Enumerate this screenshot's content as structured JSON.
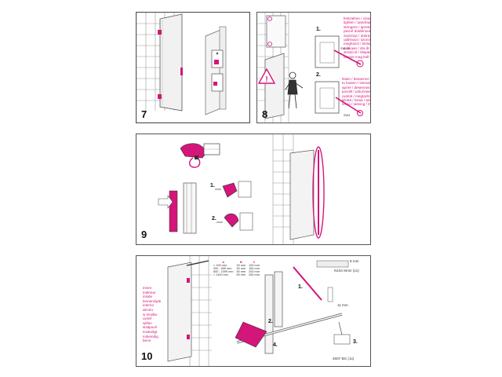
{
  "steps": {
    "s7": {
      "number": "7"
    },
    "s8": {
      "number": "8",
      "sub1": "1.",
      "sub2": "2.",
      "tighten_text": "festziehen / close\ntighten / aandraaien\nstringere / apretar\npevně dotáhnout\nzacisnąć / dokręcić\nutáhnout / szorosan\nmeghúzni / kiristä\ntiukkaan / dra åt\nstramt til / tilspænd\nEttrare mag kell húzni",
      "loosen_text": "lösen / desserrer la vis\nto loosen / losmaken\naprire / desenroscar\npovolit / poluzować\nuvolnit / meglazítani\nkilnää / lossa / løsne\nlossa / løsning / lösldi",
      "sw_top": "SW2.5",
      "sw_bottom": "SW3",
      "caution_icon": "warning-triangle-icon"
    },
    "s9": {
      "number": "9",
      "sub1": "1.",
      "sub2": "2."
    },
    "s10": {
      "number": "10",
      "sub1": "1.",
      "sub2": "2.",
      "sub3": "3.",
      "sub4": "4.",
      "inside_text": "innen\nintérieur\ninside\nbinnenzijde\ninterno\ndentro\nw środku\nuvnitř\nwithin\nsisäpuoli\ninvändigt\nindvendig\nbenn",
      "drill_label": "8 mm",
      "anchor_label": "N104 8mm (1x)",
      "bracket_label": "4607 BG (1x)",
      "dim_label": "11 mm",
      "table": {
        "headers": [
          "A",
          "B",
          "C"
        ],
        "rows": [
          [
            "< 199 mm",
            "20 mm",
            "100 mm"
          ],
          [
            "200 - 599 mm",
            "30 mm",
            "150 mm"
          ],
          [
            "600 - 1099 mm",
            "50 mm",
            "200 mm"
          ],
          [
            "> 1100 mm",
            "50 mm",
            "250 mm"
          ]
        ]
      }
    }
  },
  "colors": {
    "accent": "#d4157a",
    "line": "#555555",
    "tile": "#9a9a9a"
  }
}
